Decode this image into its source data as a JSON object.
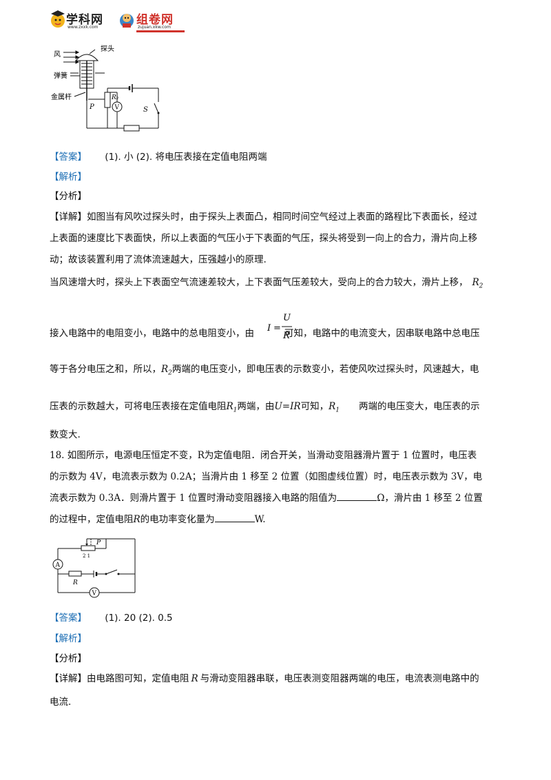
{
  "header": {
    "logo1_name": "学科网",
    "logo1_url": "www.zxxk.com",
    "logo2_name": "组卷网",
    "logo2_url": "zujuan.xkw.com"
  },
  "fig1": {
    "labels": {
      "wind": "风",
      "probe": "探头",
      "spring": "弹簧",
      "rod": "金属杆",
      "p": "P",
      "r2": "R₂",
      "v": "V",
      "s": "S",
      "r1": "R₁"
    }
  },
  "q17": {
    "answer_tag": "【答案】",
    "answer_text": "(1). 小     (2). 将电压表接在定值电阻两端",
    "analysis_tag": "【解析】",
    "fenxi": "【分析】",
    "detail_tag": "【详解】",
    "p1_l1": "如图当有风吹过探头时，由于探头上表面凸，相同时间空气经过上表面的路程比下表面长，经过",
    "p1_l2": "上表面的速度比下表面快，所以上表面的气压小于下表面的气压，探头将受到一向上的合力，滑片向上移",
    "p1_l3": "动；故该装置利用了流体流速越大，压强越小的原理.",
    "p2_l1": "当风速增大时，探头上下表面空气流速差较大，上下表面气压差较大，受向上的合力较大，滑片上移，",
    "p2_l1_var": "R",
    "p2_l1_sub": "2",
    "p2_l2a": "接入电路中的电阻变小，电路中的总电阻变小，由",
    "p2_l2b": "可知，电路中的电流变大，因串联电路中总电压",
    "formula": {
      "lhs": "I",
      "eq": "=",
      "num": "U",
      "den": "R"
    },
    "p2_l3a": "等于各分电压之和，所以，",
    "p2_l3_var": "R",
    "p2_l3_sub": "2",
    "p2_l3b": "两端的电压变小，即电压表的示数变小，若使风吹过探头时，风速越大，电",
    "p2_l4a": "压表的示数越大，可将电压表接在定值电阻",
    "p2_l4_var": "R",
    "p2_l4_sub": "1",
    "p2_l4b": "两端，由",
    "p2_l4_eq": "U=IR",
    "p2_l4c": "可知，",
    "p2_l4_var2": "R",
    "p2_l4_sub2": "1",
    "p2_l4d": "两端的电压变大，电压表的示",
    "p2_l5": "数变大."
  },
  "q18": {
    "l1": "18. 如图所示，电源电压恒定不变，R为定值电阻．闭合开关，当滑动变阻器滑片置于 1 位置时，电压表",
    "l2": "的示数为 4V，电流表示数为 0.2A；当滑片由 1 移至 2 位置（如图虚线位置）时，电压表示数为 3V，电",
    "l3a": "流表示数为 0.3A．则滑片置于 1 位置时滑动变阻器接入电路的阻值为",
    "l3b": "Ω，滑片由 1 移至 2 位置",
    "l4a": "的过程中，定值电阻",
    "l4_var": "R",
    "l4b": "的电功率变化量为",
    "l4c": "W.",
    "answer_tag": "【答案】",
    "answer_text": "(1). 20    (2). 0.5",
    "analysis_tag": "【解析】",
    "fenxi": "【分析】",
    "detail_tag": "【详解】",
    "d_l1a": "由电路图可知，定值电阻",
    "d_l1_var": "R",
    "d_l1b": "与滑动变阻器串联，电压表测变阻器两端的电压，电流表测电路中的",
    "d_l2": "电流."
  },
  "fig2": {
    "labels": {
      "p": "P",
      "pos": "2  1",
      "a": "A",
      "r": "R",
      "v": "V"
    }
  }
}
